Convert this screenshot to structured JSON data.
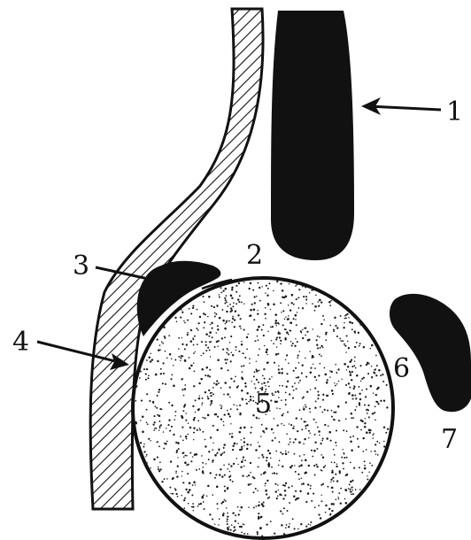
{
  "diagram": {
    "labels": {
      "l1": "1",
      "l2": "2",
      "l3": "3",
      "l4": "4",
      "l5": "5",
      "l6": "6",
      "l7": "7"
    },
    "colors": {
      "ink": "#111111",
      "paper": "#ffffff",
      "stipple": "#1a1a1a"
    }
  }
}
